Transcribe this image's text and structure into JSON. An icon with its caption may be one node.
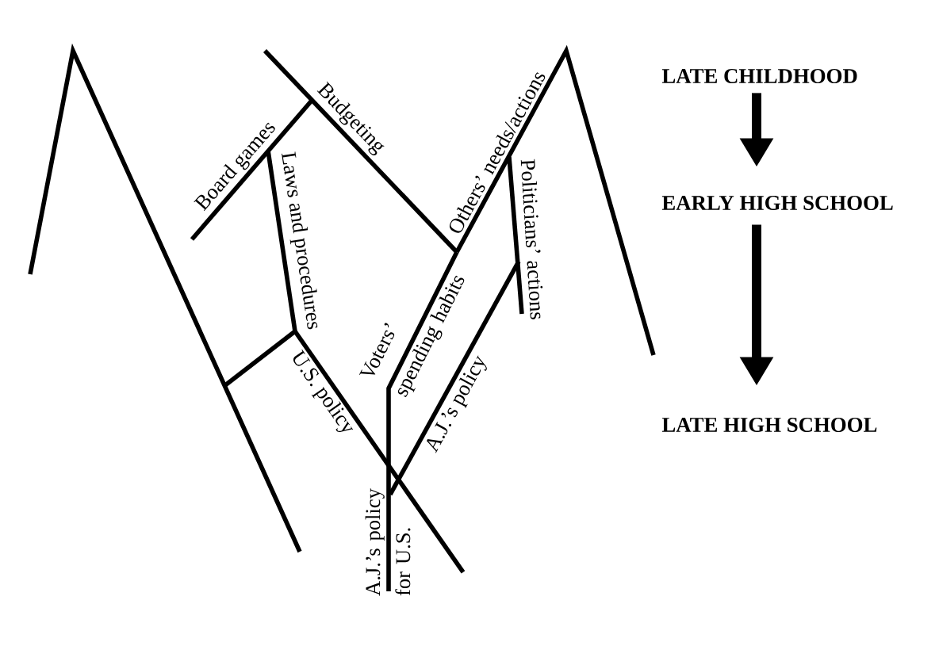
{
  "diagram": {
    "nodes": [
      {
        "text": [
          "LATE CHILDHOOD"
        ]
      },
      {
        "text": [
          "EARLY HIGH SCHOOL"
        ]
      },
      {
        "text": [
          "LATE HIGH SCHOOL"
        ]
      }
    ],
    "edges": [
      {
        "from": 0,
        "to": 1,
        "arrow": "to"
      },
      {
        "from": 1,
        "to": 2,
        "arrow": "to"
      }
    ],
    "labels": [
      "Board games",
      "Budgeting",
      "Laws and procedures",
      "Others’ needs/actions",
      "Politicians’ actions",
      "Voters’ spending habits",
      "U.S. policy",
      "A.J.’s policy",
      "A.J.’s policy for U.S."
    ]
  }
}
